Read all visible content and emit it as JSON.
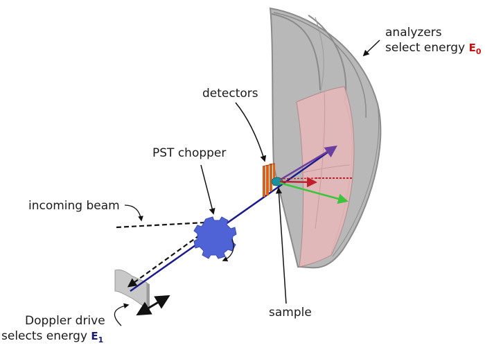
{
  "labels": {
    "analyzers_line1": "analyzers",
    "analyzers_line2": "select energy",
    "analyzers_symbol": "E",
    "analyzers_symbol_sub": "0",
    "detectors": "detectors",
    "pst_chopper": "PST chopper",
    "incoming_beam": "incoming beam",
    "sample": "sample",
    "doppler_line1": "Doppler drive",
    "doppler_line2": "selects energy",
    "doppler_symbol": "E",
    "doppler_symbol_sub": "1"
  },
  "colors": {
    "analyzer_gray": "#b8b8b8",
    "analyzer_edge": "#8a8a8a",
    "analyzer_pink": "#e7b7b9",
    "chopper_blue": "#4f63d6",
    "beam_navy": "#1a1a8c",
    "detector_orange": "#d9611c",
    "sample_teal": "#1d8f9c",
    "e0_red": "#cc1010",
    "e1_navy": "#1a1a6e",
    "scatter_purple": "#6a3fa0",
    "scatter_red": "#c0202a",
    "scatter_green": "#3cc43c"
  }
}
